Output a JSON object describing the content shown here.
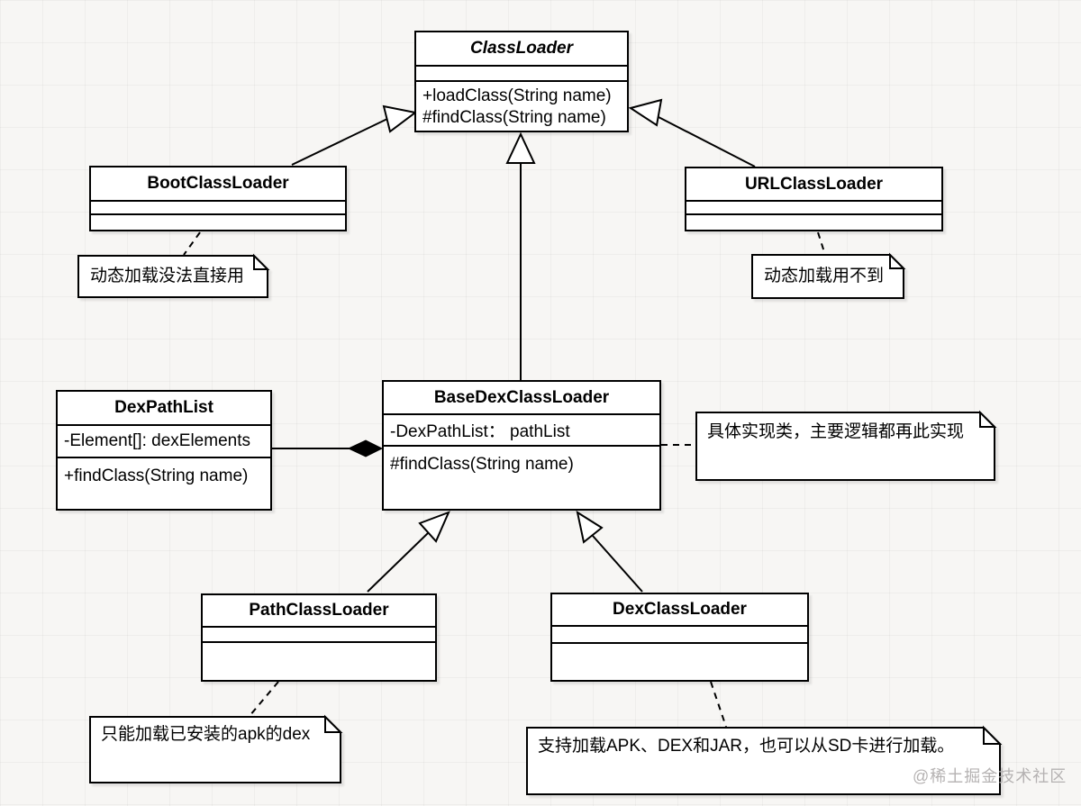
{
  "diagram_type": "uml-class-diagram",
  "classes": {
    "class_loader": {
      "name": "ClassLoader",
      "abstract": true,
      "attributes": [],
      "methods": [
        "+loadClass(String name)",
        "#findClass(String name)"
      ]
    },
    "boot_class_loader": {
      "name": "BootClassLoader",
      "attributes": [],
      "methods": []
    },
    "url_class_loader": {
      "name": "URLClassLoader",
      "attributes": [],
      "methods": []
    },
    "dex_path_list": {
      "name": "DexPathList",
      "attributes": [
        "-Element[]: dexElements"
      ],
      "methods": [
        "+findClass(String name)"
      ]
    },
    "base_dex_class_loader": {
      "name": "BaseDexClassLoader",
      "attributes": [
        "-DexPathList： pathList"
      ],
      "methods": [
        "#findClass(String name)"
      ]
    },
    "path_class_loader": {
      "name": "PathClassLoader",
      "attributes": [],
      "methods": []
    },
    "dex_class_loader": {
      "name": "DexClassLoader",
      "attributes": [],
      "methods": []
    }
  },
  "notes": {
    "boot": "动态加载没法直接用",
    "url": "动态加载用不到",
    "base": "具体实现类，主要逻辑都再此实现",
    "path": "只能加载已安装的apk的dex",
    "dex": "支持加载APK、DEX和JAR，也可以从SD卡进行加载。"
  },
  "relationships": [
    {
      "from": "BootClassLoader",
      "to": "ClassLoader",
      "type": "generalization"
    },
    {
      "from": "URLClassLoader",
      "to": "ClassLoader",
      "type": "generalization"
    },
    {
      "from": "BaseDexClassLoader",
      "to": "ClassLoader",
      "type": "generalization"
    },
    {
      "from": "DexPathList",
      "to": "BaseDexClassLoader",
      "type": "composition"
    },
    {
      "from": "PathClassLoader",
      "to": "BaseDexClassLoader",
      "type": "generalization"
    },
    {
      "from": "DexClassLoader",
      "to": "BaseDexClassLoader",
      "type": "generalization"
    }
  ],
  "watermark": "@稀土掘金技术社区",
  "colors": {
    "line": "#000000",
    "box_fill": "#ffffff",
    "background": "#f7f6f4",
    "watermark": "#b5b2b2"
  }
}
